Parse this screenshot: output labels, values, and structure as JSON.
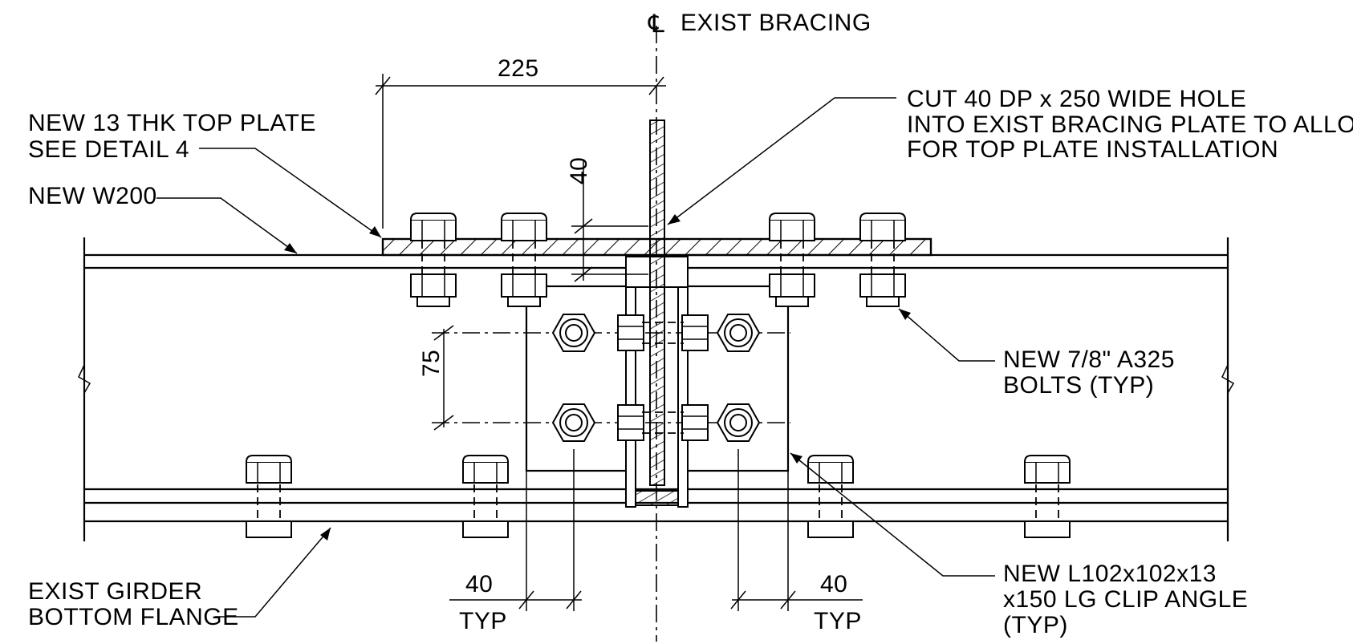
{
  "centerline_label": "EXIST BRACING",
  "centerline_symbol": "℄",
  "dims": {
    "top_225": "225",
    "v_40": "40",
    "v_75": "75",
    "left_40": "40",
    "left_typ": "TYP",
    "right_40": "40",
    "right_typ": "TYP"
  },
  "notes": {
    "top_plate": [
      "NEW 13 THK TOP PLATE",
      "SEE DETAIL 4"
    ],
    "w200": "NEW W200",
    "cut_hole": [
      "CUT 40 DP x 250 WIDE HOLE",
      "INTO EXIST BRACING PLATE TO ALLOW",
      "FOR TOP PLATE INSTALLATION"
    ],
    "bolts": [
      "NEW 7/8\" A325",
      "BOLTS (TYP)"
    ],
    "girder": [
      "EXIST GIRDER",
      "BOTTOM FLANGE"
    ],
    "clip_angle": [
      "NEW L102x102x13",
      "x150 LG CLIP ANGLE",
      "(TYP)"
    ]
  }
}
